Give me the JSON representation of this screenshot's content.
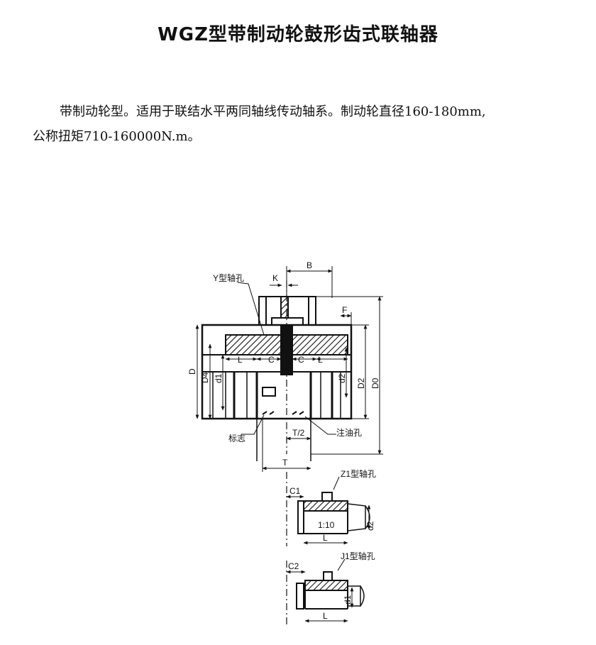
{
  "document": {
    "title": "WGZ型带制动轮鼓形齿式联轴器",
    "description_line1": "带制动轮型。适用于联结水平两同轴线传动轴系。制动轮直径160-180mm,",
    "description_line2": "公称扭矩710-160000N.m。"
  },
  "diagram": {
    "labels": {
      "y_bore": "Y型轴孔",
      "k": "K",
      "b": "B",
      "f": "F",
      "d": "D",
      "d4": "D4",
      "d1": "d1",
      "l_left": "L",
      "c_left": "C",
      "c_right": "C",
      "l_right": "L",
      "d2": "d2",
      "D2": "D2",
      "D0": "D0",
      "mark": "标志",
      "t_half": "T/2",
      "oil_hole": "注油孔",
      "t": "T",
      "z1_bore": "Z1型轴孔",
      "c1": "C1",
      "taper": "1:10",
      "d2_z": "d2",
      "l_z": "L",
      "j1_bore": "J1型轴孔",
      "c2": "C2",
      "d1_j": "d1",
      "l_j": "L"
    }
  }
}
